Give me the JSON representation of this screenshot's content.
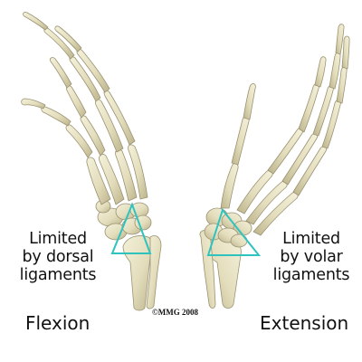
{
  "panels": {
    "flexion": {
      "annotation_lines": [
        "Limited",
        "by dorsal",
        "ligaments"
      ],
      "caption": "Flexion"
    },
    "extension": {
      "annotation_lines": [
        "Limited",
        "by volar",
        "ligaments"
      ],
      "caption": "Extension"
    }
  },
  "copyright": "©MMG 2008",
  "colors": {
    "bone_fill": "#e8e4c6",
    "bone_shade": "#c7c09a",
    "bone_outline": "#9a9272",
    "ligament_triangle": "#2fc3c0",
    "background": "#ffffff",
    "text": "#111111"
  }
}
